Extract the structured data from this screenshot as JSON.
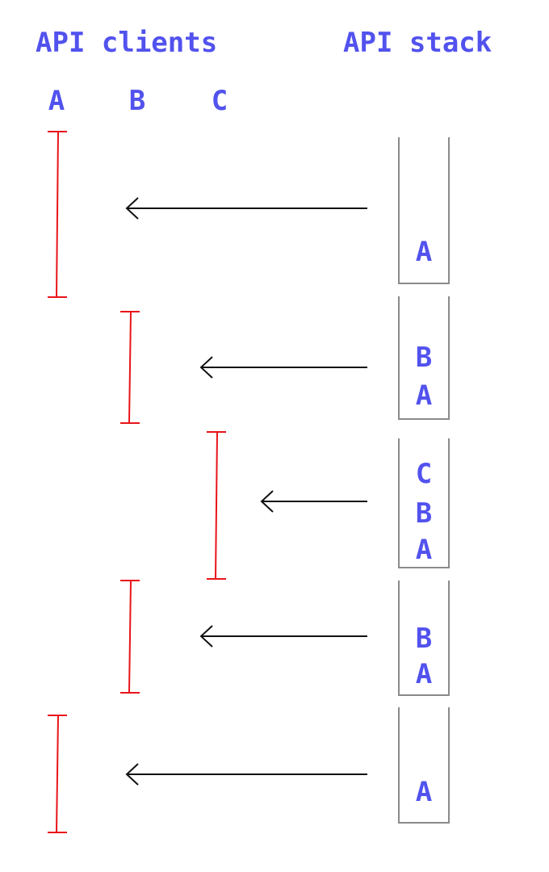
{
  "titles": {
    "clients": "API clients",
    "stack": "API stack"
  },
  "clients": [
    "A",
    "B",
    "C"
  ],
  "frames": [
    {
      "active_client": "A",
      "stack": [
        "A"
      ]
    },
    {
      "active_client": "B",
      "stack": [
        "B",
        "A"
      ]
    },
    {
      "active_client": "C",
      "stack": [
        "C",
        "B",
        "A"
      ]
    },
    {
      "active_client": "B",
      "stack": [
        "B",
        "A"
      ]
    },
    {
      "active_client": "A",
      "stack": [
        "A"
      ]
    }
  ],
  "colors": {
    "text": "#5252ee",
    "span": "#e8141a",
    "arrow": "#111111",
    "box": "#8a8a8a"
  }
}
